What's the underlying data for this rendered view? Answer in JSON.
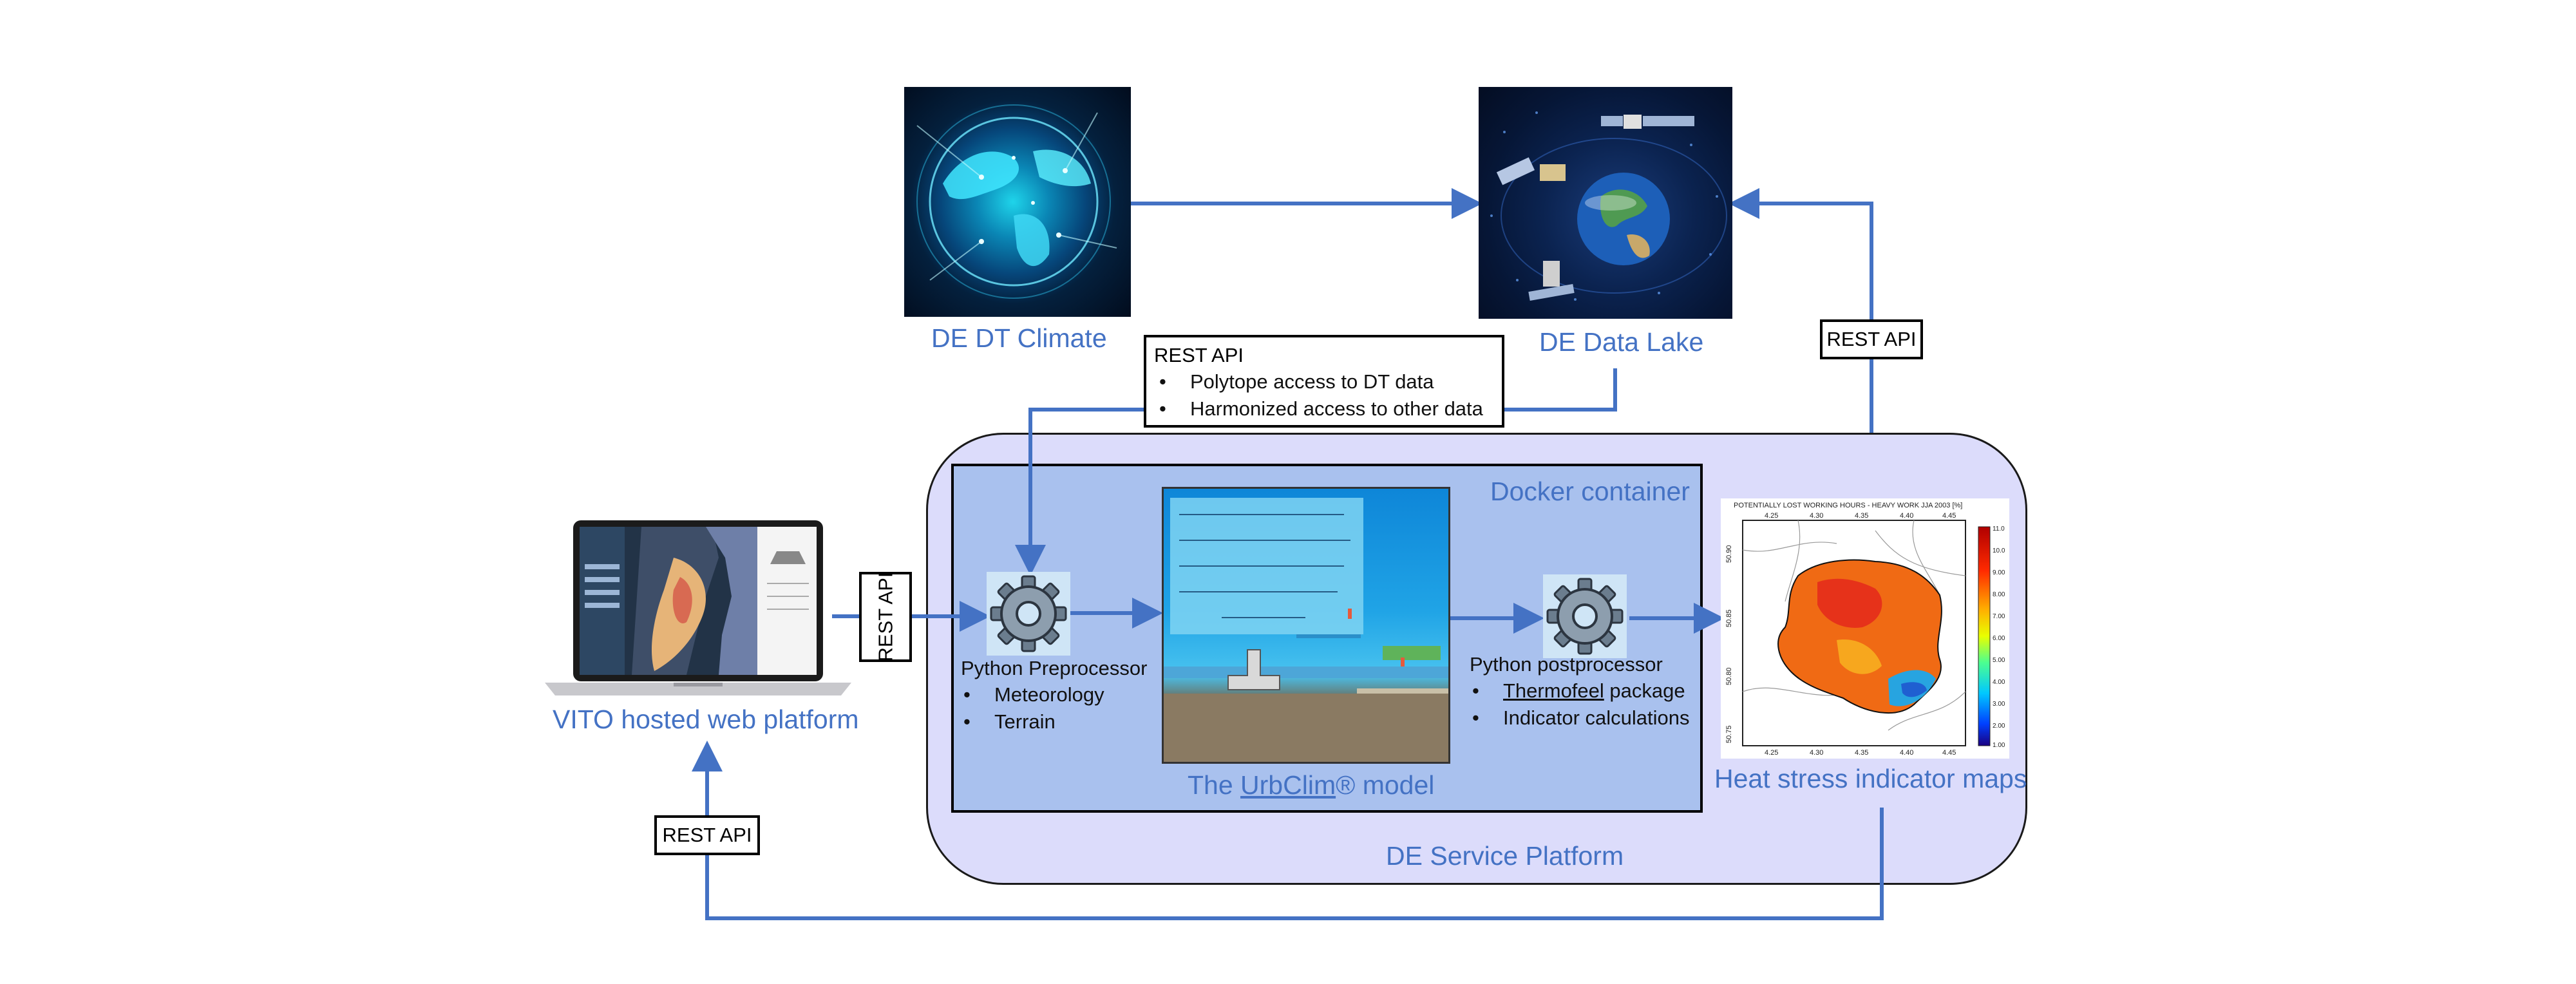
{
  "diagram": {
    "climate_label": "DE DT Climate",
    "datalake_label": "DE Data Lake",
    "webplatform_label": "VITO hosted web platform",
    "service_platform_label": "DE Service Platform",
    "docker_label": "Docker container",
    "model_label_prefix": "The ",
    "model_label_link": "UrbClim",
    "model_label_suffix": "® model",
    "heatmaps_label": "Heat stress indicator maps",
    "rest_api_top": {
      "title": "REST API",
      "items": [
        "Polytope access to DT data",
        "Harmonized access to other data"
      ]
    },
    "rest_api_right": "REST API",
    "rest_api_left": "REST API",
    "rest_api_bottom": "REST API",
    "preprocessor": {
      "title": "Python Preprocessor",
      "items": [
        "Meteorology",
        "Terrain"
      ]
    },
    "postprocessor": {
      "title": "Python postprocessor",
      "items": [
        {
          "link": "Thermofeel",
          "rest": " package"
        },
        {
          "link": "",
          "rest": "Indicator calculations"
        }
      ]
    }
  },
  "heatmap": {
    "title": "POTENTIALLY LOST WORKING HOURS - HEAVY WORK JJA 2003 [%]",
    "x_ticks": [
      "4.25",
      "4.30",
      "4.35",
      "4.40",
      "4.45"
    ],
    "y_ticks": [
      "50.90",
      "50.85",
      "50.80",
      "50.75"
    ],
    "colorbar_ticks": [
      "11.0",
      "10.0",
      "9.00",
      "8.00",
      "7.00",
      "6.00",
      "5.00",
      "4.00",
      "3.00",
      "2.00",
      "1.00"
    ]
  },
  "colors": {
    "arrow": "#4472c4",
    "label_blue": "#4472c4",
    "platform_fill": "#dcdcfb",
    "container_fill": "#a9c1ee"
  },
  "icons": [
    "gear-icon",
    "globe-image",
    "satellite-earth-image",
    "laptop-image",
    "urbclim-model-image",
    "heat-stress-map-image"
  ]
}
